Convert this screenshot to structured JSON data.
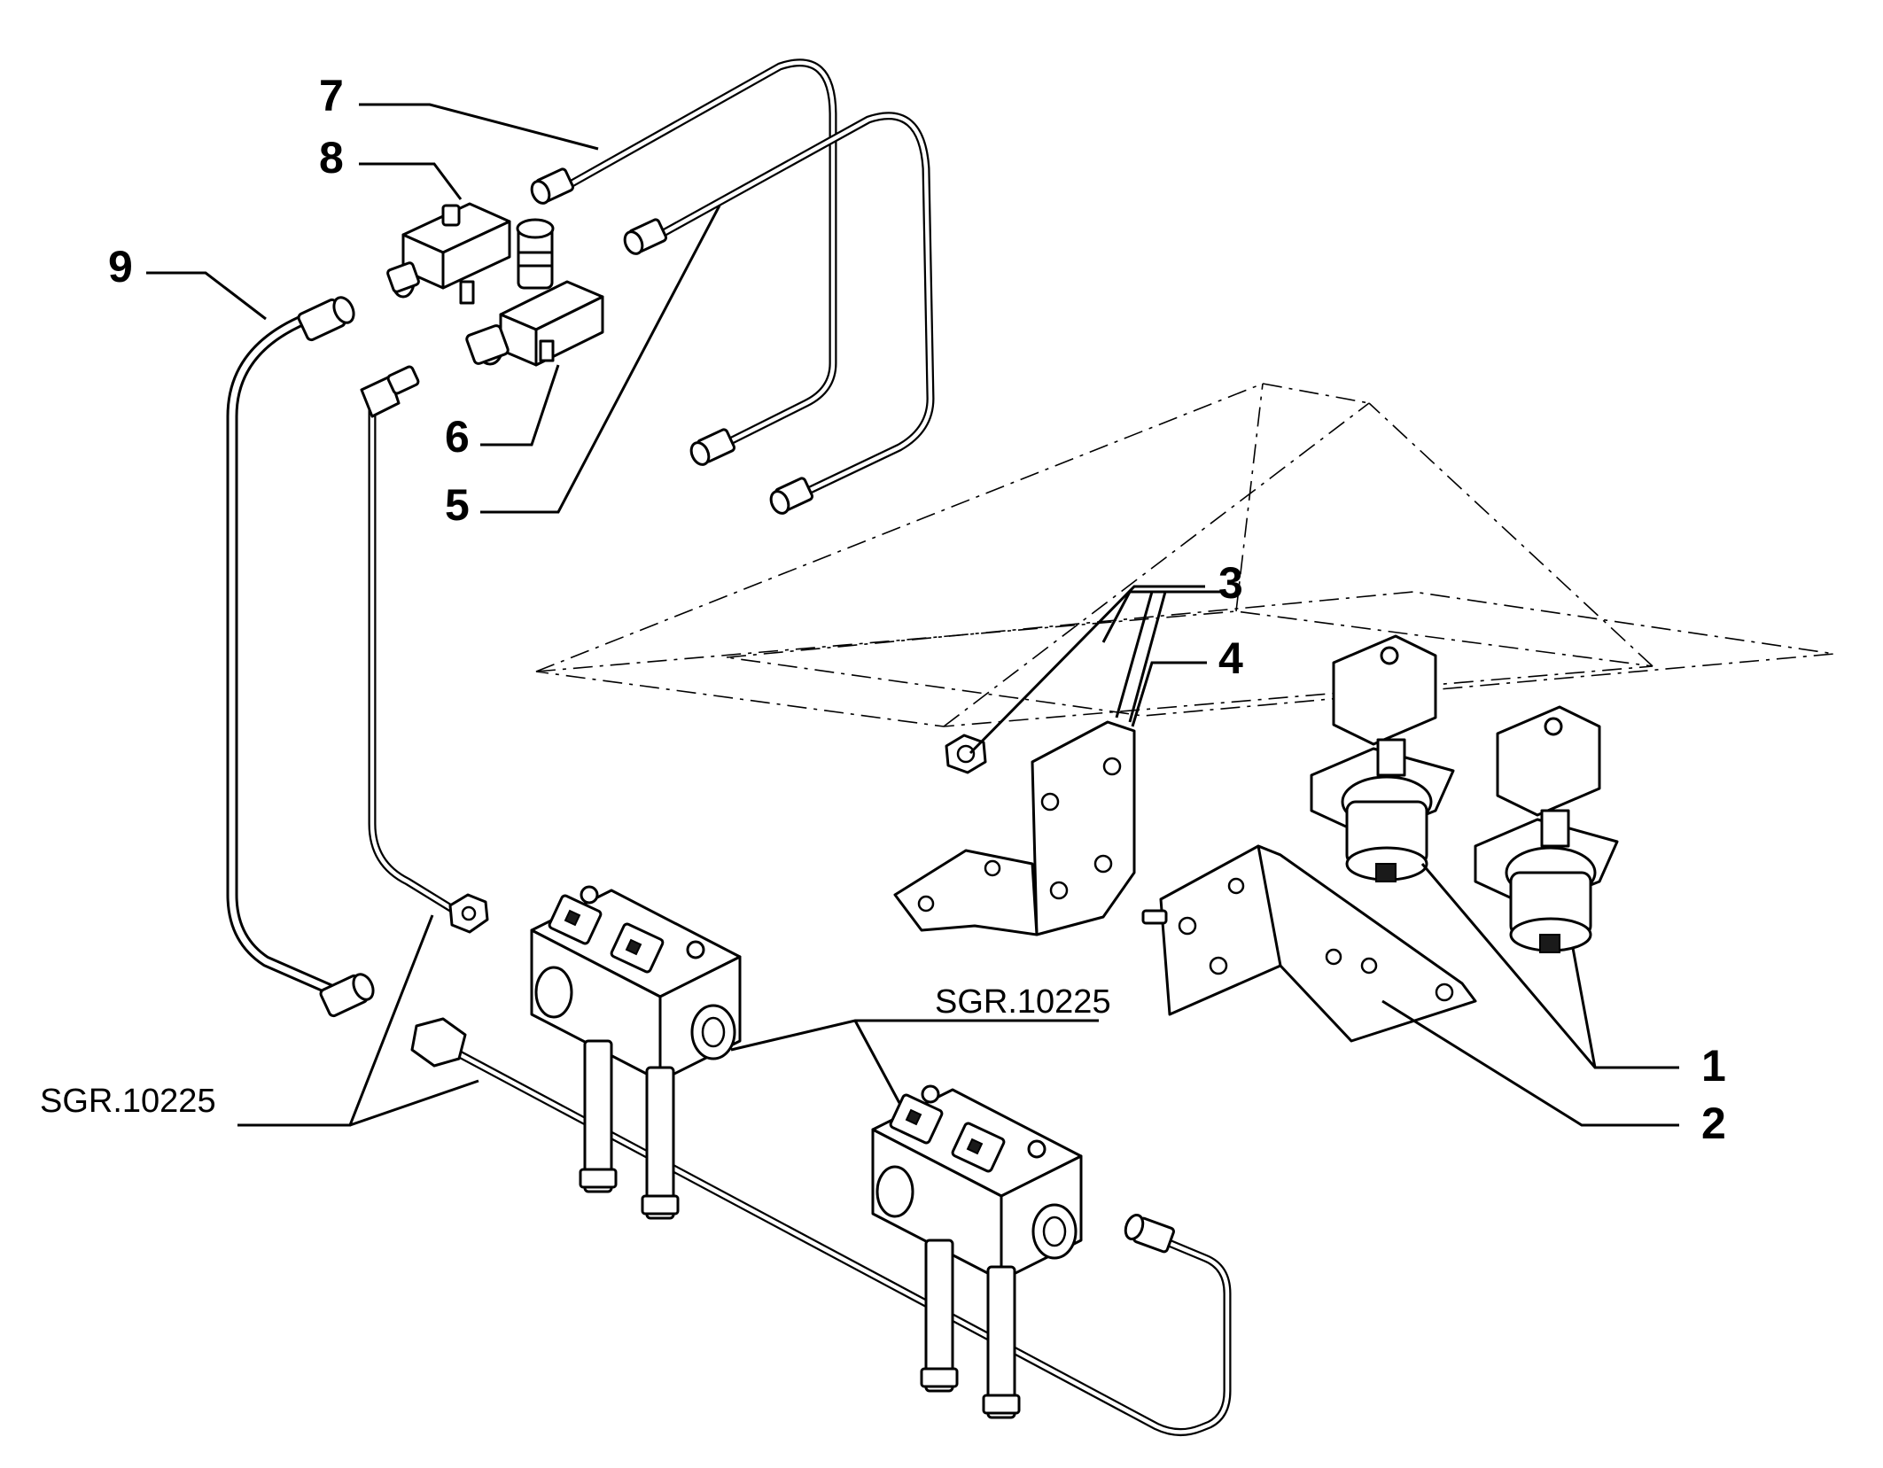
{
  "diagram": {
    "callouts": [
      "1",
      "2",
      "3",
      "4",
      "5",
      "6",
      "7",
      "8",
      "9"
    ],
    "reference_labels": [
      "SGR.10225",
      "SGR.10225"
    ],
    "colors": {
      "line": "#000000",
      "background": "#ffffff"
    }
  }
}
